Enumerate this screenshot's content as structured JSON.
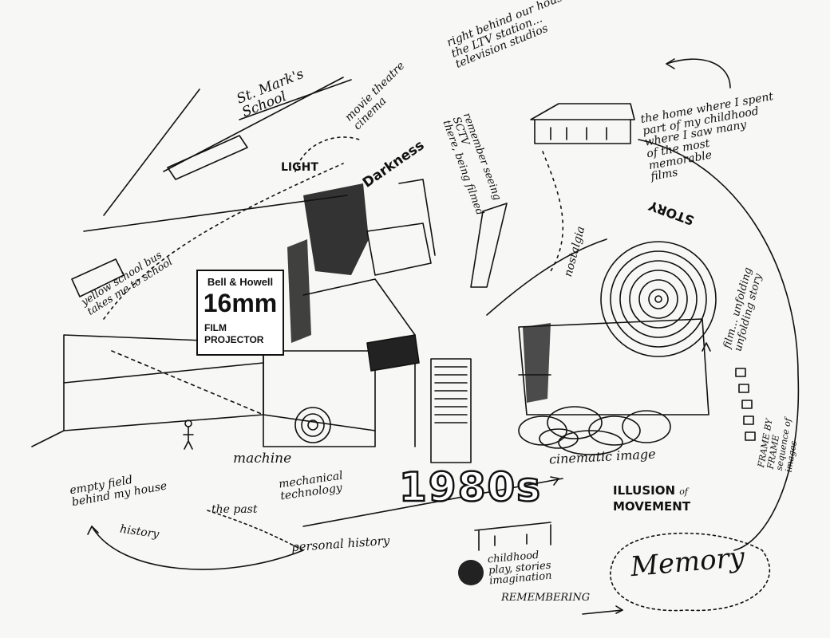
{
  "diagram": {
    "labels": {
      "st_marks": "St. Mark's\nSchool",
      "right_behind": "right behind our house:\nthe LTV station...\ntelevision studios",
      "remember_seeing": "remember seeing\nSCTV\nthere, being filmed",
      "the_home": "the home where I spent\npart of my childhood\nwhere I saw many\nof the most\nmemorable\nfilms",
      "light": "LIGHT",
      "movie_theatre": "movie theatre\ncinema",
      "darkness": "Darkness",
      "yellow_bus": "yellow school bus\ntakes me to school",
      "nostalgia": "nostalgia",
      "story_arrow": "STORY",
      "film_unfolding": "film... unfolding\nunfolding story",
      "frame_by_frame": "FRAME BY FRAME\nsequence of images",
      "cinematic_image": "cinematic image",
      "machine": "machine",
      "mechanical_technology": "mechanical\ntechnology",
      "empty_field": "empty field\nbehind my house",
      "the_past": "the past",
      "history": "history",
      "personal_history": "personal history",
      "illusion_of": "ILLUSION",
      "illusion_of_small": "of",
      "movement": "MOVEMENT",
      "childhood": "childhood\nplay, stories\nimagination",
      "remembering": "REMEMBERING",
      "memory": "Memory"
    },
    "projector_badge": {
      "brand": "Bell & Howell",
      "size": "16mm",
      "line1": "FILM",
      "line2": "PROJECTOR"
    },
    "year": "1980s"
  }
}
